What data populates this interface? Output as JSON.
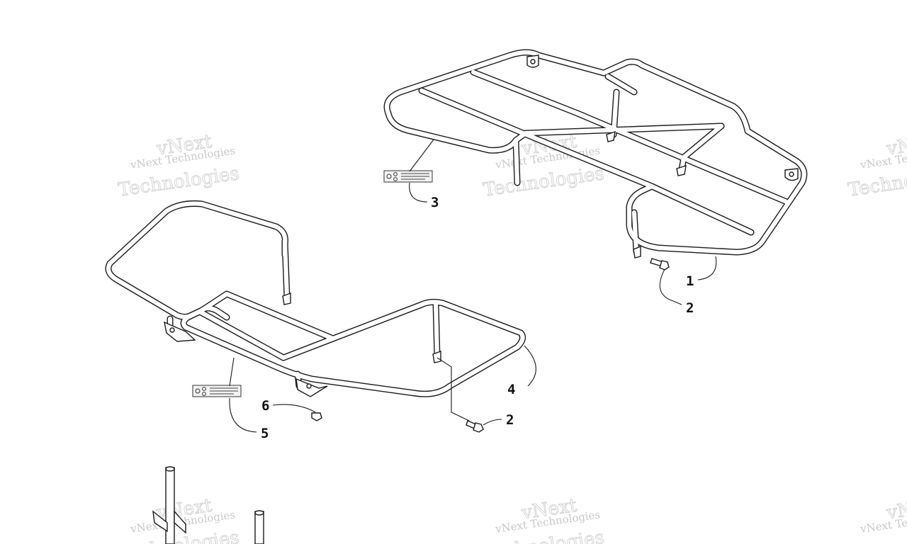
{
  "watermark": {
    "line1": "vNext Technologies",
    "line2": "vNext",
    "line3": "Technologies"
  },
  "callouts": [
    {
      "id": "rear-rack",
      "label": "1"
    },
    {
      "id": "cap-screw-rear",
      "label": "2"
    },
    {
      "id": "warning-label-rear",
      "label": "3"
    },
    {
      "id": "front-rack",
      "label": "4"
    },
    {
      "id": "warning-label-front",
      "label": "5"
    },
    {
      "id": "nut",
      "label": "6"
    },
    {
      "id": "cap-screw-front",
      "label": "2"
    }
  ]
}
